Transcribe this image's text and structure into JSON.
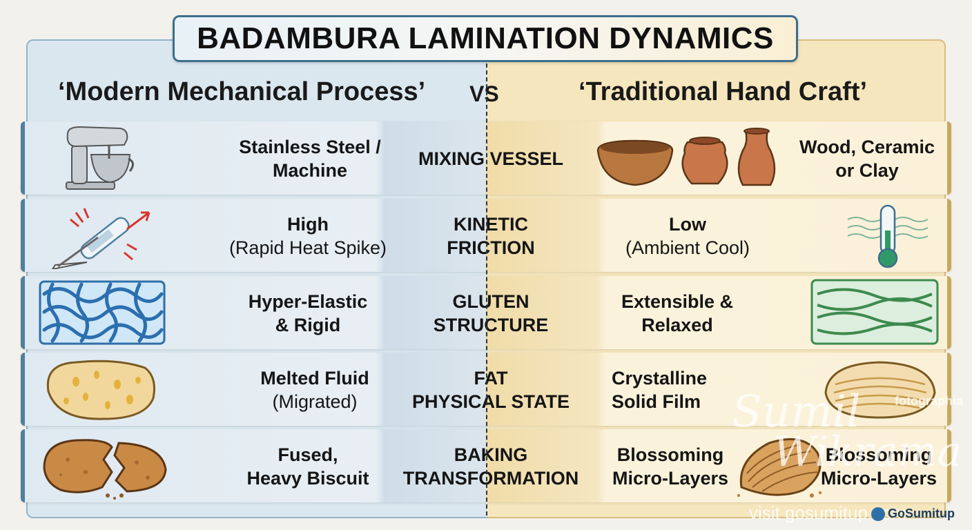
{
  "title": "BADAMBURA LAMINATION DYNAMICS",
  "left_heading": "‘Modern Mechanical Process’",
  "vs": "VS",
  "right_heading": "‘Traditional Hand Craft’",
  "rows": [
    {
      "left_l1": "Stainless Steel /",
      "left_l2": "Machine",
      "mid_l1": "MIXING VESSEL",
      "mid_l2": "",
      "right_l1": "Wood, Ceramic",
      "right_l2": "or Clay"
    },
    {
      "left_l1": "High",
      "left_l2": "(Rapid Heat Spike)",
      "mid_l1": "KINETIC",
      "mid_l2": "FRICTION",
      "right_l1": "Low",
      "right_l2": "(Ambient Cool)"
    },
    {
      "left_l1": "Hyper-Elastic",
      "left_l2": "& Rigid",
      "mid_l1": "GLUTEN",
      "mid_l2": "STRUCTURE",
      "right_l1": "Extensible &",
      "right_l2": "Relaxed"
    },
    {
      "left_l1": "Melted Fluid",
      "left_l2": "(Migrated)",
      "mid_l1": "FAT",
      "mid_l2": "PHYSICAL STATE",
      "right_l1": "Crystalline",
      "right_l2": "Solid Film"
    },
    {
      "left_l1": "Fused,",
      "left_l2": "Heavy Biscuit",
      "mid_l1": "BAKING",
      "mid_l2": "TRANSFORMATION",
      "right_l1": "Blossoming",
      "right_l2": "Micro-Layers"
    }
  ],
  "extra_label": "Blossoming Micro-Layers",
  "watermarks": {
    "fotographia": "fotographia",
    "sig1": "Sumil",
    "sig2": "Wikrama",
    "visit": "visit gosumitup.com",
    "brand": "GoSumitup"
  },
  "colors": {
    "left_accent": "#4f7f9c",
    "right_accent": "#c7a85e",
    "title_border": "#3c6e8c"
  }
}
